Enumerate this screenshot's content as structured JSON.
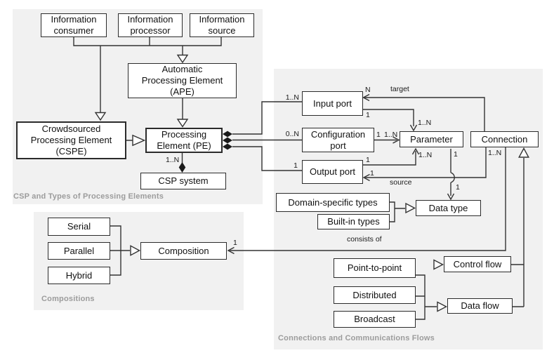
{
  "regions": {
    "csp": {
      "caption": "CSP and Types of Processing Elements"
    },
    "compositions": {
      "caption": "Compositions"
    },
    "connections": {
      "caption": "Connections and Communications Flows"
    }
  },
  "nodes": {
    "information_consumer": "Information\nconsumer",
    "information_processor": "Information\nprocessor",
    "information_source": "Information\nsource",
    "ape": "Automatic\nProcessing Element\n(APE)",
    "cspe": "Crowdsourced\nProcessing Element\n(CSPE)",
    "pe": "Processing\nElement (PE)",
    "csp_system": "CSP system",
    "input_port": "Input port",
    "configuration_port": "Configuration\nport",
    "output_port": "Output port",
    "parameter": "Parameter",
    "connection": "Connection",
    "domain_specific_types": "Domain-specific types",
    "built_in_types": "Built-in types",
    "data_type": "Data type",
    "point_to_point": "Point-to-point",
    "distributed": "Distributed",
    "broadcast": "Broadcast",
    "control_flow": "Control flow",
    "data_flow": "Data flow",
    "serial": "Serial",
    "parallel": "Parallel",
    "hybrid": "Hybrid",
    "composition": "Composition"
  },
  "edge_labels": {
    "pe_input_mult": "1..N",
    "target_n": "N",
    "target": "target",
    "input_one": "1",
    "input_param_mult": "1..N",
    "pe_config_mult": "0..N",
    "config_one": "1",
    "config_param_mult": "1..N",
    "pe_output_mult": "1",
    "output_one": "1",
    "output_param_mult": "1..N",
    "param_dt_one": "1",
    "dt_one": "1",
    "source": "source",
    "source_one": "1",
    "connection_mult": "1..N",
    "pe_cspsystem_mult": "1..N",
    "composition_one": "1",
    "consists_of": "consists of"
  },
  "relationships": [
    {
      "from": "Information consumer / Information processor / Information source",
      "to": "Automatic Processing Element (APE)",
      "type": "generalization"
    },
    {
      "from": "Information consumer",
      "to": "Crowdsourced Processing Element (CSPE)",
      "type": "generalization"
    },
    {
      "from": "Crowdsourced Processing Element (CSPE)",
      "to": "Processing Element (PE)",
      "type": "generalization"
    },
    {
      "from": "Automatic Processing Element (APE)",
      "to": "Processing Element (PE)",
      "type": "generalization"
    },
    {
      "from": "Processing Element (PE)",
      "to": "CSP system",
      "type": "composition",
      "multiplicity": "1..N"
    },
    {
      "from": "Processing Element (PE)",
      "to": "Input port",
      "type": "composition",
      "multiplicity": "1..N"
    },
    {
      "from": "Processing Element (PE)",
      "to": "Configuration port",
      "type": "composition",
      "multiplicity": "0..N"
    },
    {
      "from": "Processing Element (PE)",
      "to": "Output port",
      "type": "composition",
      "multiplicity": "1"
    },
    {
      "from": "Input port",
      "to": "Parameter",
      "type": "association",
      "multiplicities": "1 : 1..N"
    },
    {
      "from": "Configuration port",
      "to": "Parameter",
      "type": "association",
      "multiplicities": "1 : 1..N"
    },
    {
      "from": "Output port",
      "to": "Parameter",
      "type": "association",
      "multiplicities": "1 : 1..N"
    },
    {
      "from": "Parameter",
      "to": "Data type",
      "type": "association",
      "multiplicities": "1 : 1"
    },
    {
      "from": "Connection",
      "to": "Input port",
      "type": "association",
      "label": "target",
      "multiplicity": "N"
    },
    {
      "from": "Connection",
      "to": "Output port",
      "type": "association",
      "label": "source",
      "multiplicity": "1"
    },
    {
      "from": "Connection",
      "to": "Composition",
      "type": "association",
      "label": "consists of",
      "multiplicities": "1..N : 1"
    },
    {
      "from": "Domain-specific types / Built-in types",
      "to": "Data type",
      "type": "generalization"
    },
    {
      "from": "Serial / Parallel / Hybrid",
      "to": "Composition",
      "type": "generalization"
    },
    {
      "from": "Point-to-point",
      "to": "Control flow",
      "type": "generalization"
    },
    {
      "from": "Point-to-point / Distributed / Broadcast",
      "to": "Data flow",
      "type": "generalization"
    },
    {
      "from": "Control flow / Data flow",
      "to": "Connection",
      "type": "generalization"
    }
  ],
  "colors": {
    "region_bg": "#f1f1f1",
    "box_bg": "#ffffff",
    "box_border": "#2b2b2b",
    "line": "#333333",
    "caption_text": "#9c9c9c",
    "text": "#111111"
  }
}
